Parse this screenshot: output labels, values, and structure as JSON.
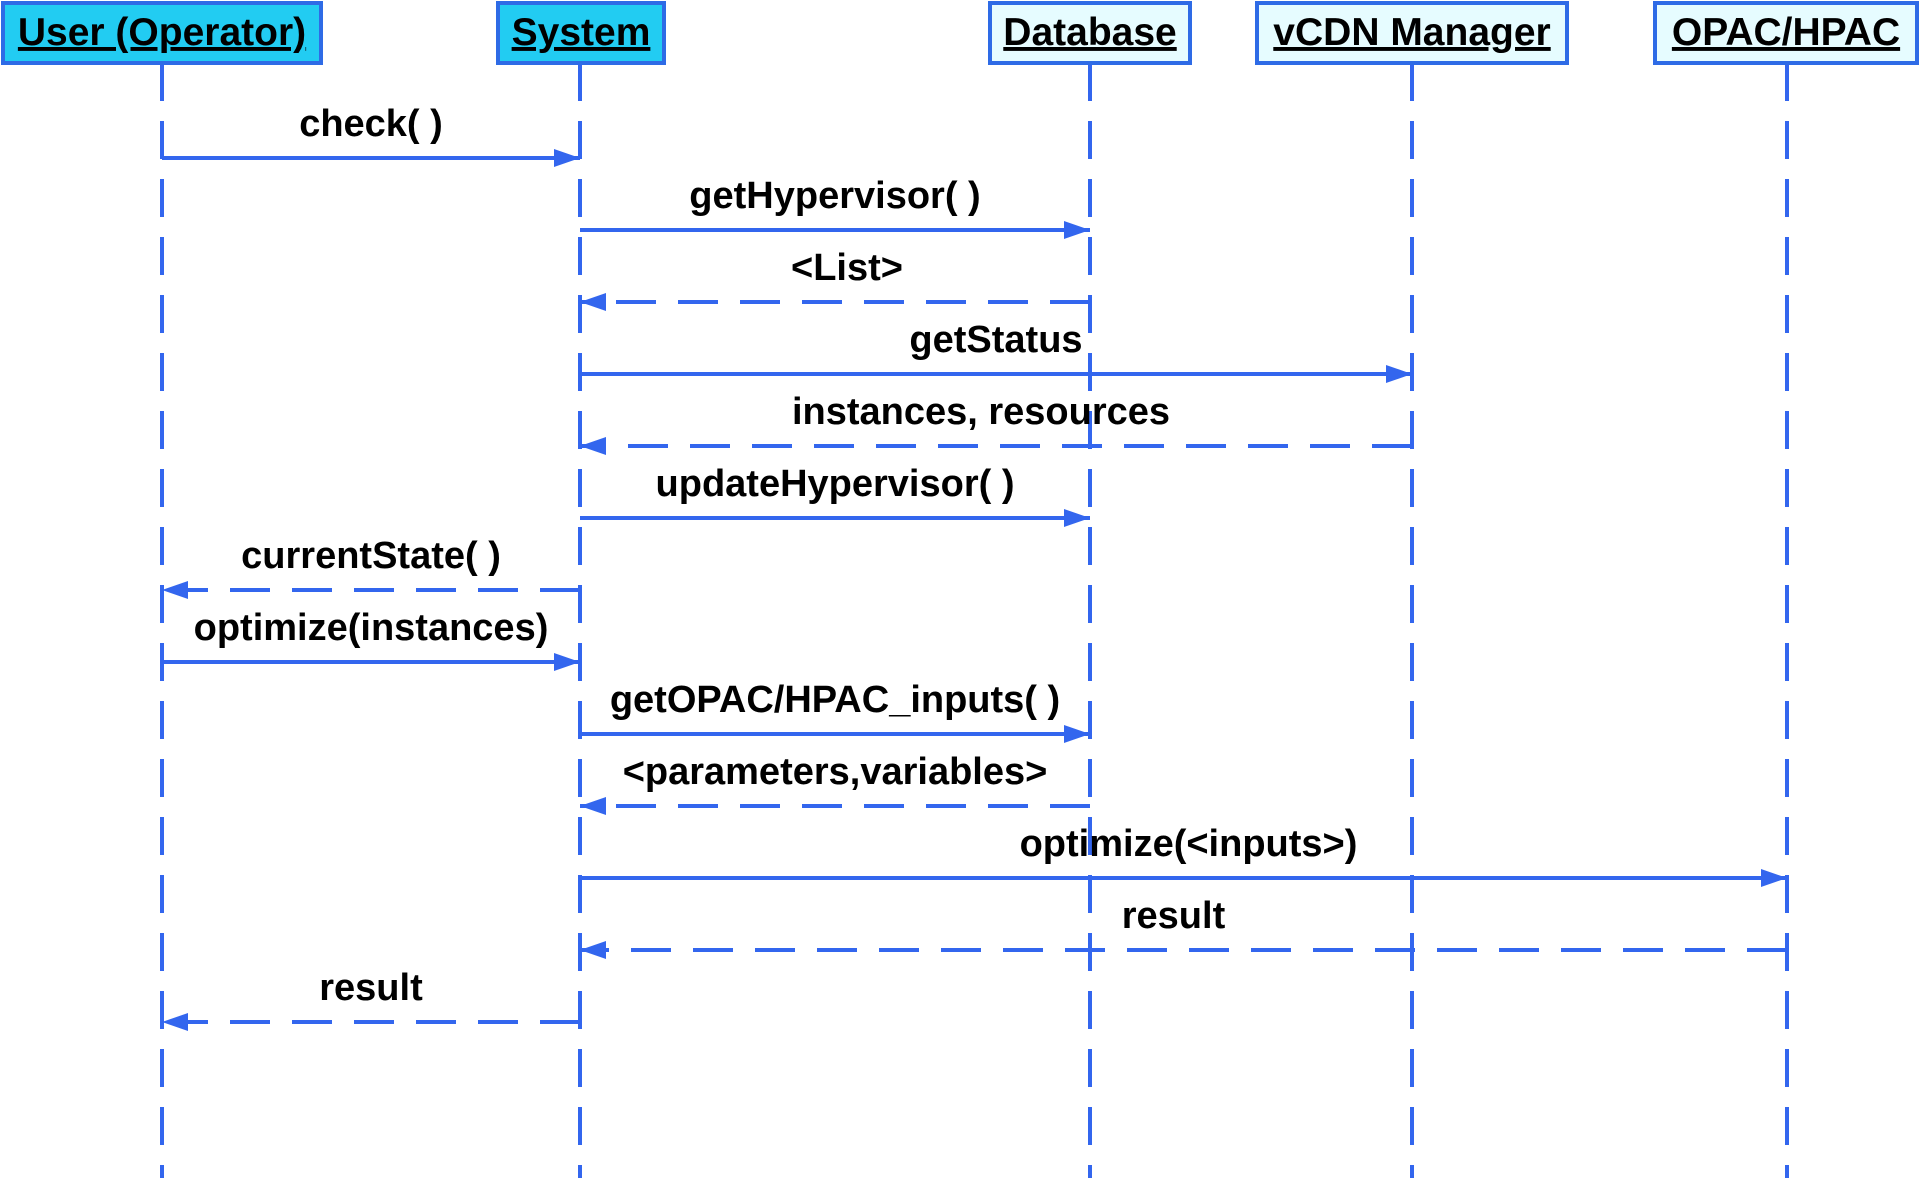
{
  "colors": {
    "line": "#3366EE",
    "active_box_fill": "#22CCF2",
    "inactive_box_fill": "#E6FCFF",
    "box_border": "#2E6BE6",
    "text": "#000000"
  },
  "participants": [
    {
      "id": "user",
      "label": "User (Operator)",
      "active": true
    },
    {
      "id": "system",
      "label": "System",
      "active": true
    },
    {
      "id": "database",
      "label": "Database",
      "active": false
    },
    {
      "id": "vcdn",
      "label": "vCDN Manager",
      "active": false
    },
    {
      "id": "opac",
      "label": "OPAC/HPAC",
      "active": false
    }
  ],
  "messages": [
    {
      "from": "user",
      "to": "system",
      "label": "check( )",
      "kind": "call"
    },
    {
      "from": "system",
      "to": "database",
      "label": "getHypervisor( )",
      "kind": "call"
    },
    {
      "from": "database",
      "to": "system",
      "label": "<List>",
      "kind": "return"
    },
    {
      "from": "system",
      "to": "vcdn",
      "label": "getStatus",
      "kind": "call"
    },
    {
      "from": "vcdn",
      "to": "system",
      "label": "instances, resources",
      "kind": "return"
    },
    {
      "from": "system",
      "to": "database",
      "label": "updateHypervisor( )",
      "kind": "call"
    },
    {
      "from": "system",
      "to": "user",
      "label": "currentState( )",
      "kind": "return"
    },
    {
      "from": "user",
      "to": "system",
      "label": "optimize(instances)",
      "kind": "call"
    },
    {
      "from": "system",
      "to": "database",
      "label": "getOPAC/HPAC_inputs(  )",
      "kind": "call"
    },
    {
      "from": "database",
      "to": "system",
      "label": "<parameters,variables>",
      "kind": "return"
    },
    {
      "from": "system",
      "to": "opac",
      "label": "optimize(<inputs>)",
      "kind": "call"
    },
    {
      "from": "opac",
      "to": "system",
      "label": "result",
      "kind": "return"
    },
    {
      "from": "system",
      "to": "user",
      "label": "result",
      "kind": "return"
    }
  ]
}
